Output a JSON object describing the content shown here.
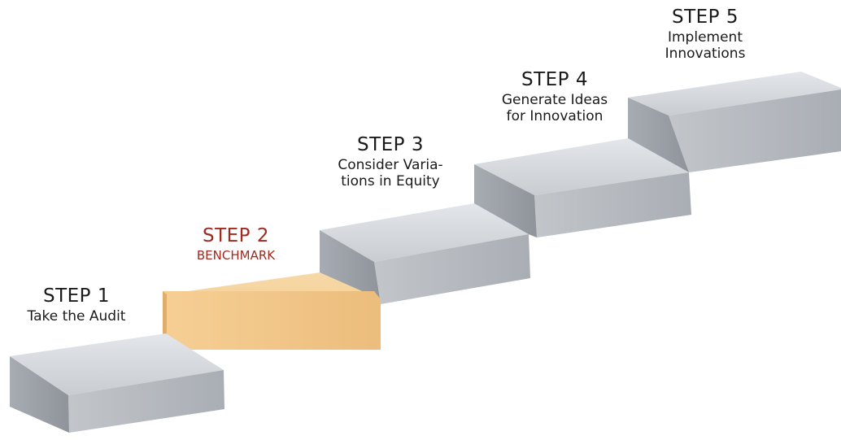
{
  "steps": [
    {
      "label": "STEP 1",
      "desc": [
        "Take the Audit"
      ],
      "active": false
    },
    {
      "label": "STEP 2",
      "desc": [
        "BENCHMARK"
      ],
      "active": true
    },
    {
      "label": "STEP 3",
      "desc": [
        "Consider Varia-",
        "tions in Equity"
      ],
      "active": false
    },
    {
      "label": "STEP 4",
      "desc": [
        "Generate Ideas",
        "for Innovation"
      ],
      "active": false
    },
    {
      "label": "STEP 5",
      "desc": [
        "Implement",
        "Innovations"
      ],
      "active": false
    }
  ],
  "colors": {
    "grey_top": "#d3d7dc",
    "grey_front": "#b4b9bf",
    "grey_side": "#9ca1a8",
    "grey_top_light": "#dfe2e6",
    "active_top": "#f5d29e",
    "active_front": "#f0c384",
    "active_side": "#e1ad6a",
    "active_text": "#9e2a20",
    "text": "#1a1a1a"
  }
}
